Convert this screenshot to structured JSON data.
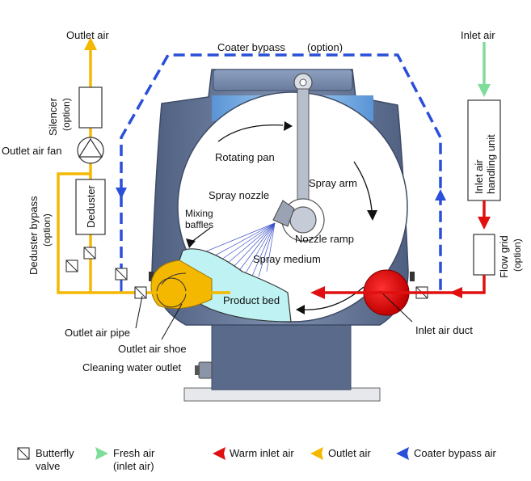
{
  "labels": {
    "outlet_air_top": "Outlet air",
    "inlet_air_top": "Inlet air",
    "coater_bypass": "Coater bypass",
    "coater_bypass_option": "(option)",
    "silencer": "Silencer",
    "silencer_option": "(option)",
    "outlet_air_fan": "Outlet air fan",
    "deduster": "Deduster",
    "deduster_bypass": "Deduster bypass",
    "deduster_bypass_option": "(option)",
    "rotating_pan": "Rotating pan",
    "spray_arm": "Spray arm",
    "spray_nozzle": "Spray nozzle",
    "mixing": "Mixing",
    "baffles": "baffles",
    "nozzle_ramp": "Nozzle ramp",
    "spray_medium": "Spray medium",
    "product_bed": "Product bed",
    "inlet_air_handling_1": "Inlet air",
    "inlet_air_handling_2": "handling unit",
    "flow_grid": "Flow grid",
    "flow_grid_option": "(option)",
    "outlet_air_pipe": "Outlet air pipe",
    "outlet_air_shoe": "Outlet air shoe",
    "inlet_air_duct": "Inlet air duct",
    "cleaning_water_outlet": "Cleaning water outlet"
  },
  "legend": {
    "butterfly_valve_1": "Butterfly",
    "butterfly_valve_2": "valve",
    "fresh_air_1": "Fresh air",
    "fresh_air_2": "(inlet air)",
    "warm_inlet_air": "Warm inlet air",
    "outlet_air": "Outlet air",
    "coater_bypass_air": "Coater bypass air"
  },
  "colors": {
    "outlet_air": "#f5b800",
    "inlet_air_warm": "#e01010",
    "fresh_air": "#7fdc9a",
    "coater_bypass": "#2a4fd8",
    "housing": "#5e6f8e",
    "housing_light": "#8fa0bc",
    "pan_band": "#7fb3e6",
    "product_bed": "#bff3f3",
    "spray": "#3a4fc8"
  }
}
